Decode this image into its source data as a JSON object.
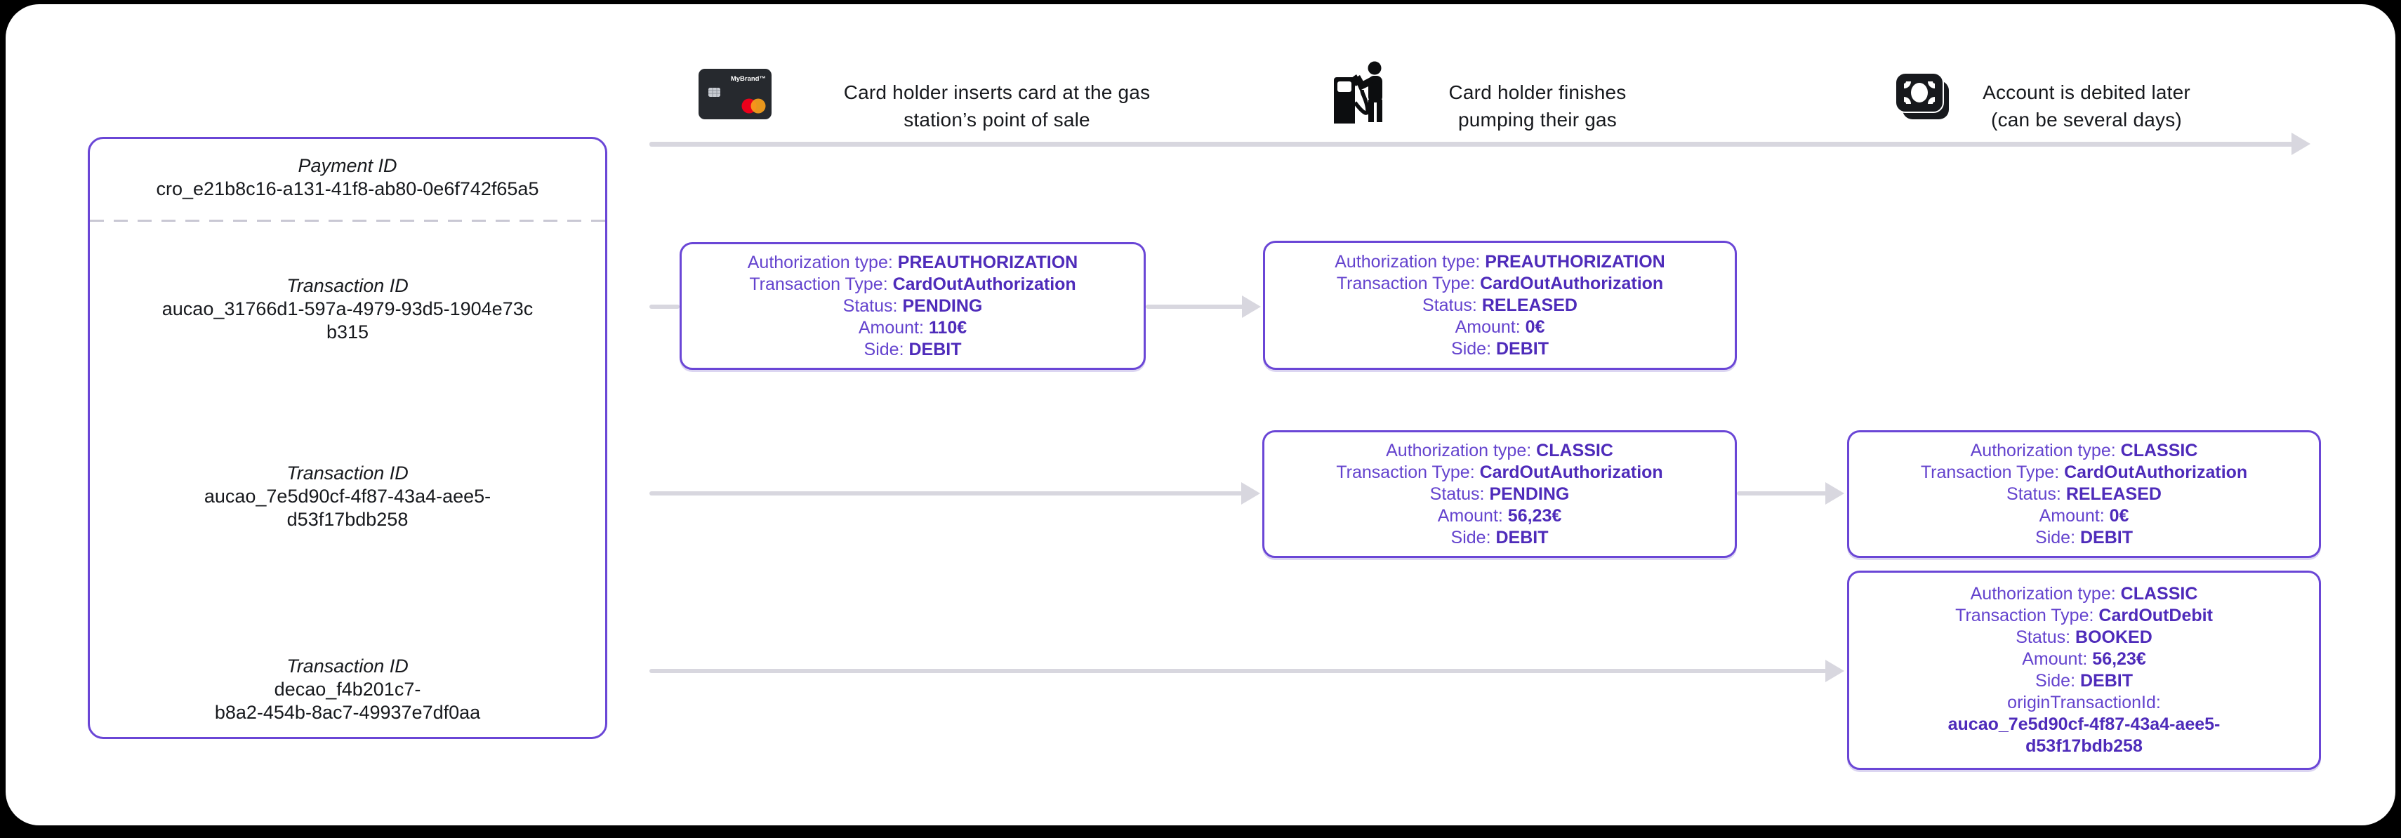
{
  "colors": {
    "purple_border": "#6A46D6",
    "purple_label": "#6443CE",
    "purple_value": "#4E2BBA",
    "arrow_gray": "#D8D7DF",
    "ink": "#17191D",
    "mastercard_red": "#EB001B",
    "mastercard_orange": "#F79E1B"
  },
  "timeline": {
    "steps": [
      {
        "icon": "credit-card-icon",
        "card_brand": "MyBrand™",
        "caption": "Card holder inserts card at the gas\nstation’s point of sale"
      },
      {
        "icon": "fuel-pump-icon",
        "caption": "Card holder finishes\npumping their gas"
      },
      {
        "icon": "banknote-icon",
        "caption": "Account is debited later\n(can be several days)"
      }
    ]
  },
  "panel": {
    "payment_label": "Payment ID",
    "payment_id": "cro_e21b8c16-a131-41f8-ab80-0e6f742f65a5",
    "transactions": [
      {
        "label": "Transaction ID",
        "id": "aucao_31766d1-597a-4979-93d5-1904e73c\nb315"
      },
      {
        "label": "Transaction ID",
        "id": "aucao_7e5d90cf-4f87-43a4-aee5-\nd53f17bdb258"
      },
      {
        "label": "Transaction ID",
        "id": "decao_f4b201c7-\nb8a2-454b-8ac7-49937e7df0aa"
      }
    ]
  },
  "cards": [
    {
      "fields": [
        {
          "label": "Authorization type:",
          "value": "PREAUTHORIZATION"
        },
        {
          "label": "Transaction Type:",
          "value": "CardOutAuthorization"
        },
        {
          "label": "Status:",
          "value": "PENDING"
        },
        {
          "label": "Amount:",
          "value": "110€"
        },
        {
          "label": "Side:",
          "value": "DEBIT"
        }
      ]
    },
    {
      "fields": [
        {
          "label": "Authorization type:",
          "value": "PREAUTHORIZATION"
        },
        {
          "label": "Transaction Type:",
          "value": "CardOutAuthorization"
        },
        {
          "label": "Status:",
          "value": "RELEASED"
        },
        {
          "label": "Amount:",
          "value": "0€"
        },
        {
          "label": "Side:",
          "value": "DEBIT"
        }
      ]
    },
    {
      "fields": [
        {
          "label": "Authorization type:",
          "value": "CLASSIC"
        },
        {
          "label": "Transaction Type:",
          "value": "CardOutAuthorization"
        },
        {
          "label": "Status:",
          "value": "PENDING"
        },
        {
          "label": "Amount:",
          "value": "56,23€"
        },
        {
          "label": "Side:",
          "value": "DEBIT"
        }
      ]
    },
    {
      "fields": [
        {
          "label": "Authorization type:",
          "value": "CLASSIC"
        },
        {
          "label": "Transaction Type:",
          "value": "CardOutAuthorization"
        },
        {
          "label": "Status:",
          "value": "RELEASED"
        },
        {
          "label": "Amount:",
          "value": "0€"
        },
        {
          "label": "Side:",
          "value": "DEBIT"
        }
      ]
    },
    {
      "fields": [
        {
          "label": "Authorization type:",
          "value": "CLASSIC"
        },
        {
          "label": "Transaction Type:",
          "value": "CardOutDebit"
        },
        {
          "label": "Status:",
          "value": "BOOKED"
        },
        {
          "label": "Amount:",
          "value": "56,23€"
        },
        {
          "label": "Side:",
          "value": "DEBIT"
        }
      ],
      "origin_label": "originTransactionId:",
      "origin_value": "aucao_7e5d90cf-4f87-43a4-aee5-\nd53f17bdb258"
    }
  ]
}
